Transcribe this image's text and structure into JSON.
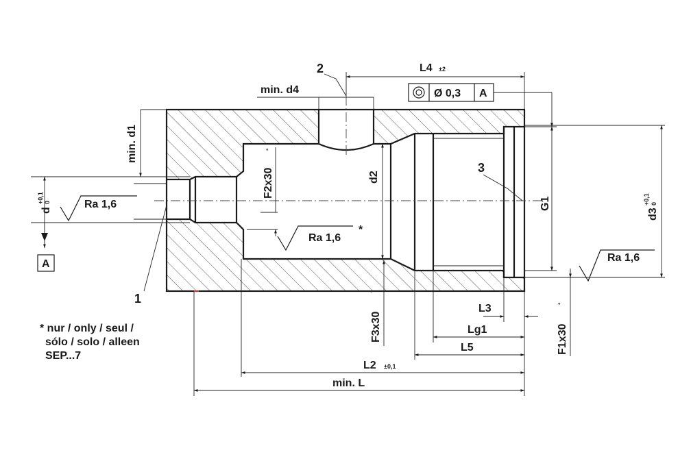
{
  "dimensions": {
    "min_d4": "min. d4",
    "min_d1": "min. d1",
    "f2x30": "F2x30",
    "d2": "d2",
    "g1": "G1",
    "d3": "d3",
    "d3_tol_top": "+0,1",
    "d3_tol_bot": "0",
    "d": "d",
    "d_tol_top": "+0,1",
    "d_tol_bot": "0",
    "l4": "L4",
    "l4_tol": "±2",
    "l3": "L3",
    "lg1": "Lg1",
    "l5": "L5",
    "l2": "L2",
    "l2_tol": "±0,1",
    "min_l": "min. L",
    "f3x30": "F3x30",
    "f1x30": "F1x30",
    "degree": "°"
  },
  "callouts": {
    "c1": "1",
    "c2": "2",
    "c3": "3"
  },
  "roughness": {
    "left": "Ra  1,6",
    "center": "Ra  1,6",
    "center_star": "*",
    "right": "Ra  1,6"
  },
  "tolerance_frame": {
    "value": "Ø 0,3",
    "datum": "A"
  },
  "datum": {
    "label": "A"
  },
  "footnote": {
    "line1": "* nur / only / seul /",
    "line2": "sólo / solo / alleen",
    "line3": "SEP...7"
  }
}
